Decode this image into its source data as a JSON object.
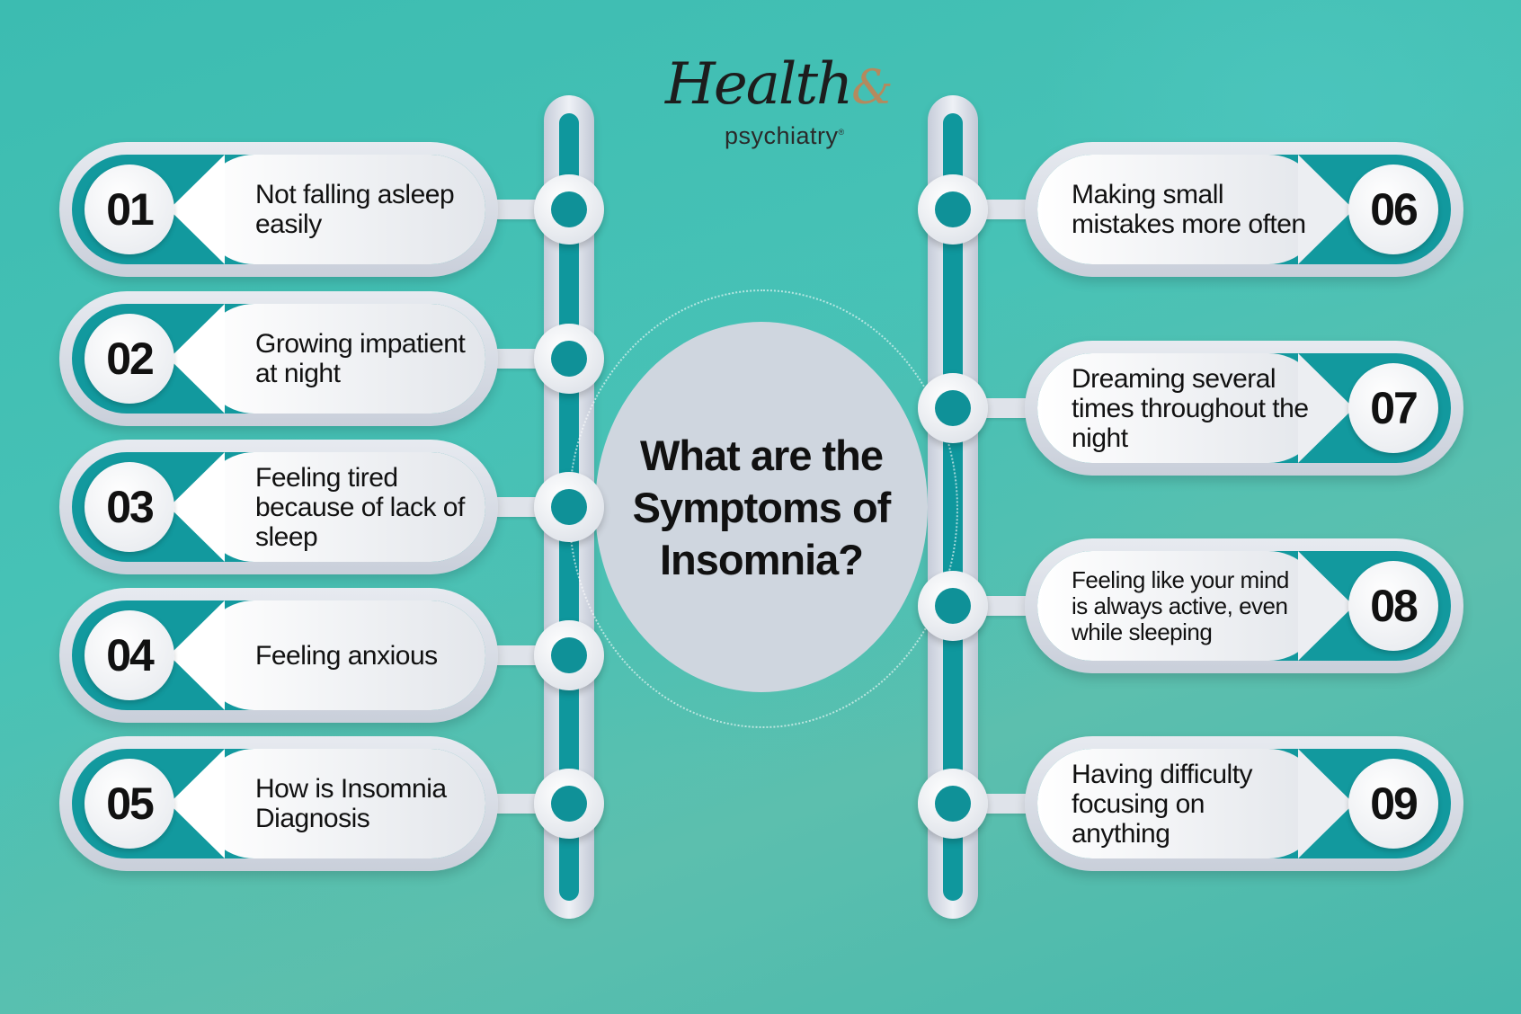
{
  "brand": {
    "word": "Health",
    "amp": "&",
    "sub": "psychiatry",
    "reg": "®"
  },
  "title": "What are the Symptoms of Insomnia?",
  "left_items": [
    {
      "number": "01",
      "text": "Not falling asleep easily"
    },
    {
      "number": "02",
      "text": "Growing impatient at night"
    },
    {
      "number": "03",
      "text": "Feeling tired because of lack of sleep"
    },
    {
      "number": "04",
      "text": "Feeling anxious"
    },
    {
      "number": "05",
      "text": "How is Insomnia Diagnosis"
    }
  ],
  "right_items": [
    {
      "number": "06",
      "text": "Making small mistakes more often"
    },
    {
      "number": "07",
      "text": "Dreaming several times throughout the night"
    },
    {
      "number": "08",
      "text": "Feeling like your mind is always active, even while sleeping"
    },
    {
      "number": "09",
      "text": "Having difficulty focusing on anything"
    }
  ],
  "colors": {
    "teal": "#12999e",
    "background": "#45bfb3",
    "center_disc": "#cfd6df"
  }
}
